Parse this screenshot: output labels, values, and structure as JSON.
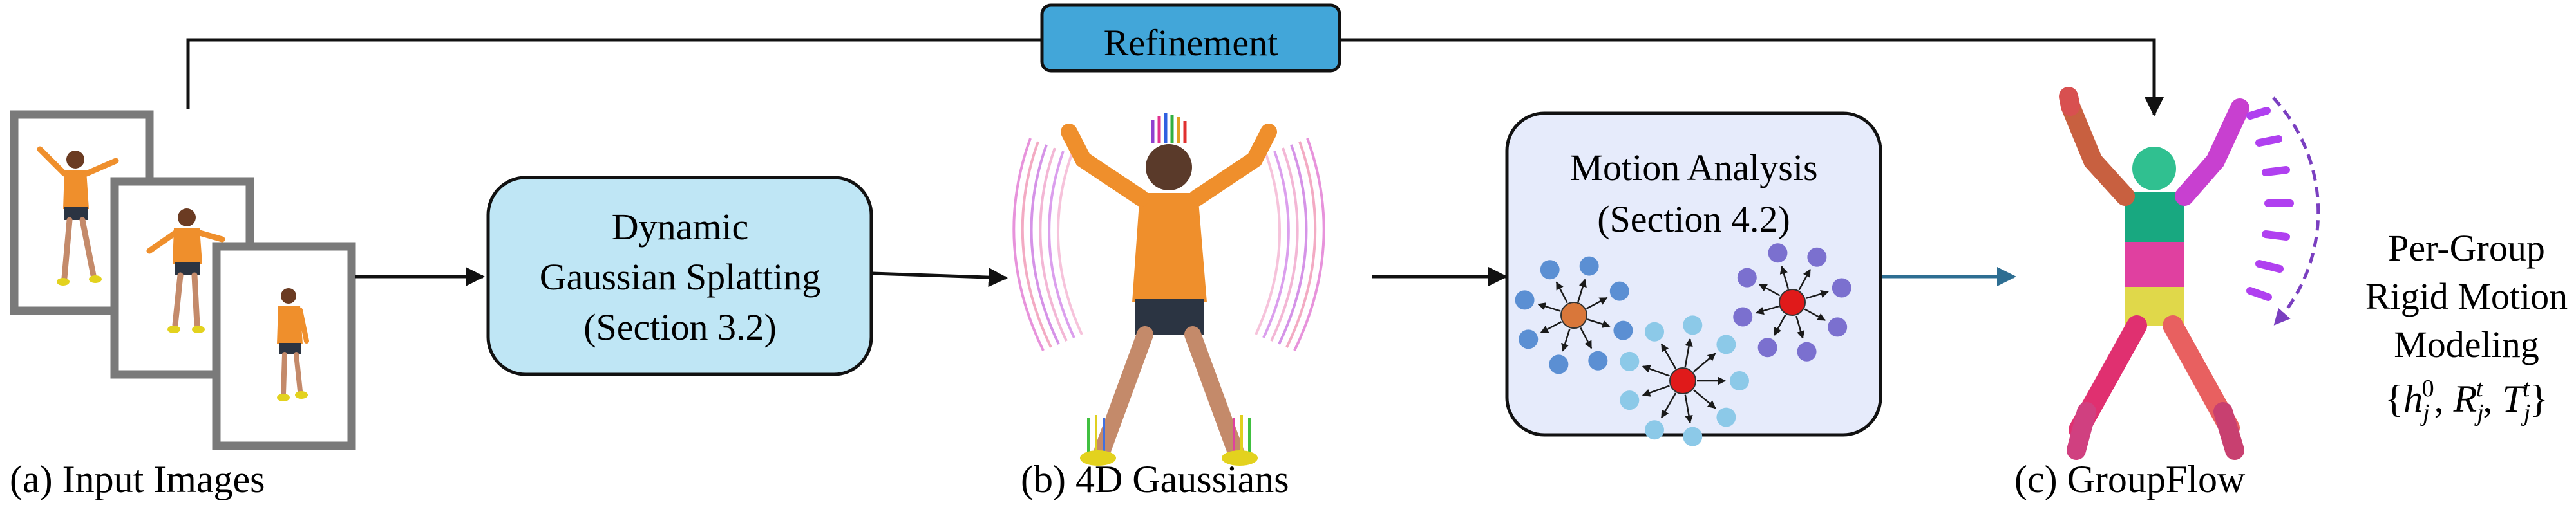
{
  "refinement": {
    "label": "Refinement"
  },
  "splatting_box": {
    "line1": "Dynamic",
    "line2": "Gaussian Splatting",
    "line3": "(Section 3.2)"
  },
  "motion_box": {
    "line1": "Motion Analysis",
    "line2": "(Section 4.2)"
  },
  "captions": {
    "input_images": "(a) Input Images",
    "gaussians_4d": "(b) 4D Gaussians",
    "groupflow": "(c) GroupFlow"
  },
  "per_group": {
    "line1": "Per-Group",
    "line2": "Rigid Motion",
    "line3": "Modeling"
  },
  "formula": {
    "open": "{",
    "h": "h",
    "h_sub": "j",
    "h_sup": "0",
    "comma1": ", ",
    "r": "R",
    "r_sub": "j",
    "r_sup": "t",
    "comma2": ", ",
    "t": "T",
    "t_sub": "j",
    "t_sup": "t",
    "close": "}"
  },
  "colors": {
    "refinement_fill": "#42a6d9",
    "splatting_fill": "#bfe6f5",
    "motion_fill": "#e6ebfb",
    "frame_gray": "#7a7a7a",
    "arrow_teal": "#2d6e92",
    "node_orange": "#d9773a",
    "node_red": "#e01a1a",
    "node_blue": "#5b8fd3",
    "node_light_blue": "#8cc9e8",
    "node_purple": "#7b70cf",
    "motion_purple": "#b040f0"
  }
}
